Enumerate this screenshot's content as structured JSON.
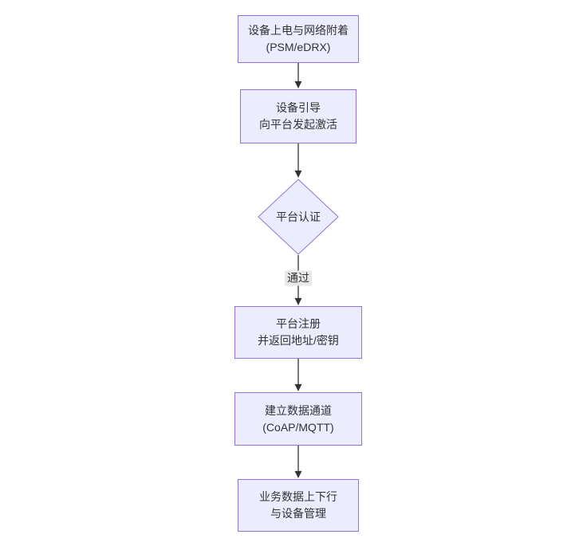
{
  "diagram": {
    "type": "flowchart",
    "direction": "top-down",
    "colors": {
      "canvas_bg": "#ffffff",
      "node_fill": "#ECECFF",
      "node_border": "#9370DB",
      "text": "#333333",
      "arrow": "#333333",
      "edge_label_bg": "#e8e8e8"
    },
    "nodes": [
      {
        "shape": "rect",
        "lines": [
          "设备上电与网络附着",
          "(PSM/eDRX)"
        ]
      },
      {
        "shape": "rect",
        "lines": [
          "设备引导",
          "向平台发起激活"
        ]
      },
      {
        "shape": "diamond",
        "lines": [
          "平台认证"
        ]
      },
      {
        "shape": "rect",
        "lines": [
          "平台注册",
          "并返回地址/密钥"
        ]
      },
      {
        "shape": "rect",
        "lines": [
          "建立数据通道",
          "(CoAP/MQTT)"
        ]
      },
      {
        "shape": "rect",
        "lines": [
          "业务数据上下行",
          "与设备管理"
        ]
      }
    ],
    "edges": [
      {
        "from": 0,
        "to": 1,
        "label": ""
      },
      {
        "from": 1,
        "to": 2,
        "label": ""
      },
      {
        "from": 2,
        "to": 3,
        "label": "通过"
      },
      {
        "from": 3,
        "to": 4,
        "label": ""
      },
      {
        "from": 4,
        "to": 5,
        "label": ""
      }
    ]
  }
}
